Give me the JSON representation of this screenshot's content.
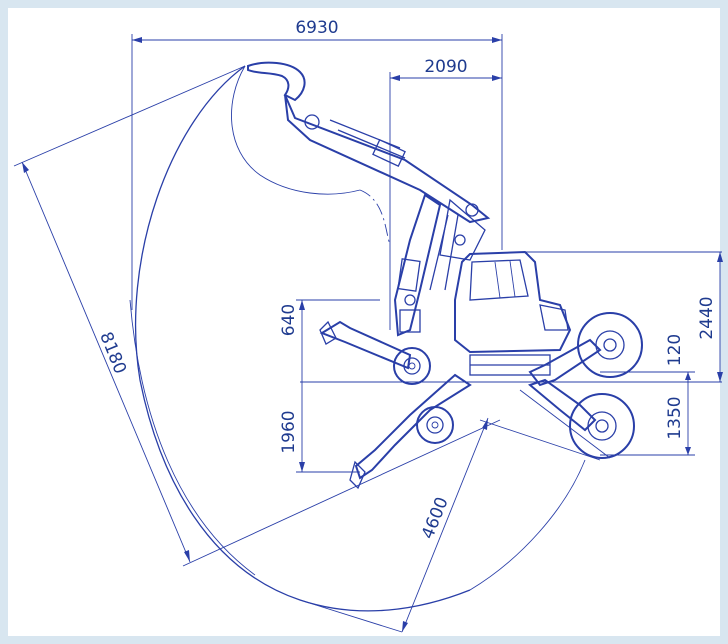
{
  "colors": {
    "background": "#d8e6f0",
    "panel": "#ffffff",
    "line": "#2a3fa8",
    "text": "#1f3b8f"
  },
  "dimensions": {
    "overall_reach": "6930",
    "cab_offset": "2090",
    "max_height": "8180",
    "dig_radius": "4600",
    "height_above": "640",
    "depth_below": "1960",
    "cab_height": "2440",
    "ground_clearance": "120",
    "wheel_drop": "1350"
  }
}
